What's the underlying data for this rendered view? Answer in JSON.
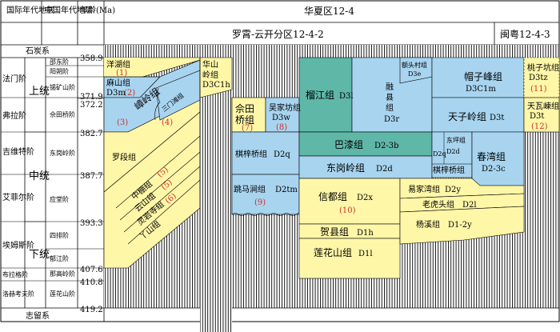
{
  "header": {
    "col_international": "国际年代地层",
    "col_china": "中国年代地层",
    "col_age": "年龄(Ma)",
    "region": "华夏区12-4",
    "subregion_left": "罗霄-云开分区12-4-2",
    "subregion_right": "闽粤12-4-3"
  },
  "system_top": "石炭系",
  "system_bottom": "志留系",
  "series": {
    "upper": "上统",
    "middle": "中统",
    "lower": "下统"
  },
  "stages_international": [
    "法门阶",
    "弗拉阶",
    "吉维特阶",
    "艾菲尔阶",
    "埃姆斯阶",
    "布拉格阶",
    "洛赫考夫阶"
  ],
  "stages_china": [
    "邵东阶",
    "阳朔阶",
    "锡矿山阶",
    "佘田桥阶",
    "东岗岭阶",
    "应堂阶",
    "四排阶",
    "郁江阶",
    "那高岭阶",
    "莲花山阶"
  ],
  "ages": [
    "358.9",
    "371.9",
    "372.2",
    "382.7",
    "387.7",
    "393.3",
    "407.6",
    "410.8",
    "419.2"
  ],
  "units": {
    "yanghu_name": "洋湖组",
    "yanghu_num": "(1)",
    "mashan_name": "麻山组",
    "mashan_code": "D3m",
    "mashan_num": "(2)",
    "zhangling_name": "嶂岭组",
    "zhangling_num": "(3)",
    "sanmen_name": "三门滩组",
    "sanmen_num": "(4)",
    "luoduan_name": "罗段组",
    "zhongpeng_name": "中棚组",
    "zhongpeng_num": "(5)",
    "yunshan_name": "云山组",
    "yunshan_num": "(5)",
    "lingshan_name": "灵岩寺组",
    "lingshan_num": "(6)",
    "yashan_name": "丫山组",
    "huashan_name": "华山岭组",
    "huashan_code": "D3C1h",
    "shetian_name": "佘田桥组",
    "shetian_num": "(7)",
    "wujia_name": "吴家坊组",
    "wujia_code": "D3w",
    "wujia_num": "(8)",
    "qizi_name": "棋梓桥组",
    "qizi_code": "D2q",
    "tiaoma_name": "跳马涧组",
    "tiaoma_code": "D2tm",
    "tiaoma_num": "(9)",
    "liujiang_name": "榴江组",
    "liujiang_code": "D3l",
    "etoucun_name": "额头村组",
    "etoucun_code": "D3e",
    "rong_name": "融县组",
    "rong_code": "D3r",
    "maozi_name": "帽子峰组",
    "maozi_code": "D3C1m",
    "tianzi_name": "天子岭组",
    "tianzi_code": "D3t",
    "bajqi_name": "巴漆组",
    "bajqi_code": "D2-3b",
    "donggang_name": "东岗岭组",
    "donggang_code": "D2d",
    "dongping_name": "东坪组",
    "dongping_code": "D2d",
    "dq_code": "D2q",
    "qizi2_name": "棋梓桥组",
    "chunwan_name": "春湾组",
    "chunwan_code": "D2-3c",
    "xindu_name": "信都组",
    "xindu_code": "D2x",
    "xindu_num": "(10)",
    "hexian_name": "贺县组",
    "hexian_code": "D1h",
    "lianhua_name": "莲花山组",
    "lianhua_code": "D1l",
    "yijiawan_name": "易家湾组",
    "yijiawan_code": "D2y",
    "laohutou_name": "老虎头组",
    "laohutou_code": "D2l",
    "yangxi_name": "杨溪组",
    "yangxi_code": "D1-2y",
    "taozikeng_name": "桃子坑组",
    "taozikeng_code": "D3tz",
    "taozikeng_num": "(11)",
    "tianwazhe_name": "天瓦崠组",
    "tianwazhe_code": "D3t",
    "tianwazhe_num": "(12)"
  },
  "colors": {
    "yellow": "#fff7a8",
    "blue": "#a8d4f0",
    "teal": "#5fb7a8",
    "red_text": "#d0302a"
  }
}
